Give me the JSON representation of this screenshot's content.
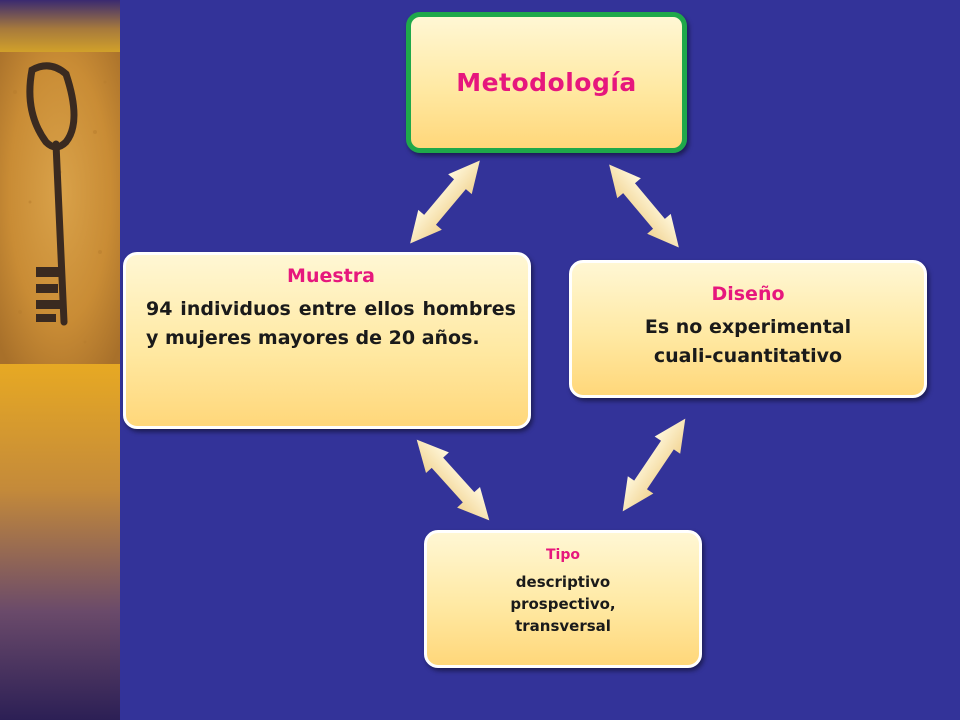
{
  "nodes": {
    "metodologia": {
      "title": "Metodología"
    },
    "muestra": {
      "title": "Muestra",
      "body": "94 individuos entre ellos hombres y mujeres mayores de 20 años."
    },
    "diseno": {
      "title": "Diseño",
      "body_line1": "Es no experimental",
      "body_line2": "cuali-cuantitativo"
    },
    "tipo": {
      "title": "Tipo",
      "body_line1": "descriptivo",
      "body_line2": "prospectivo,",
      "body_line3": "transversal"
    }
  },
  "colors": {
    "background": "#333399",
    "title": "#e6177d",
    "node_fill": "#ffe9a3",
    "highlight_border": "#1fa84a",
    "arrow_fill": "#f7e2a6"
  }
}
